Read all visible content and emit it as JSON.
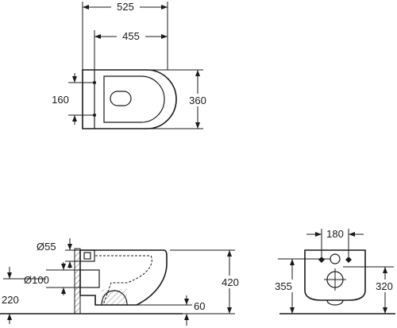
{
  "top_view": {
    "dim_overall_length": "525",
    "dim_bowl_length": "455",
    "dim_bolt_spacing": "160",
    "dim_width": "360"
  },
  "side_view": {
    "dim_inlet_diameter": "Ø55",
    "dim_outlet_diameter": "Ø100",
    "dim_outlet_height": "220",
    "dim_seat_height": "420",
    "dim_outlet_offset": "60"
  },
  "rear_view": {
    "dim_bolt_spacing": "180",
    "dim_left_height": "355",
    "dim_right_height": "320"
  }
}
